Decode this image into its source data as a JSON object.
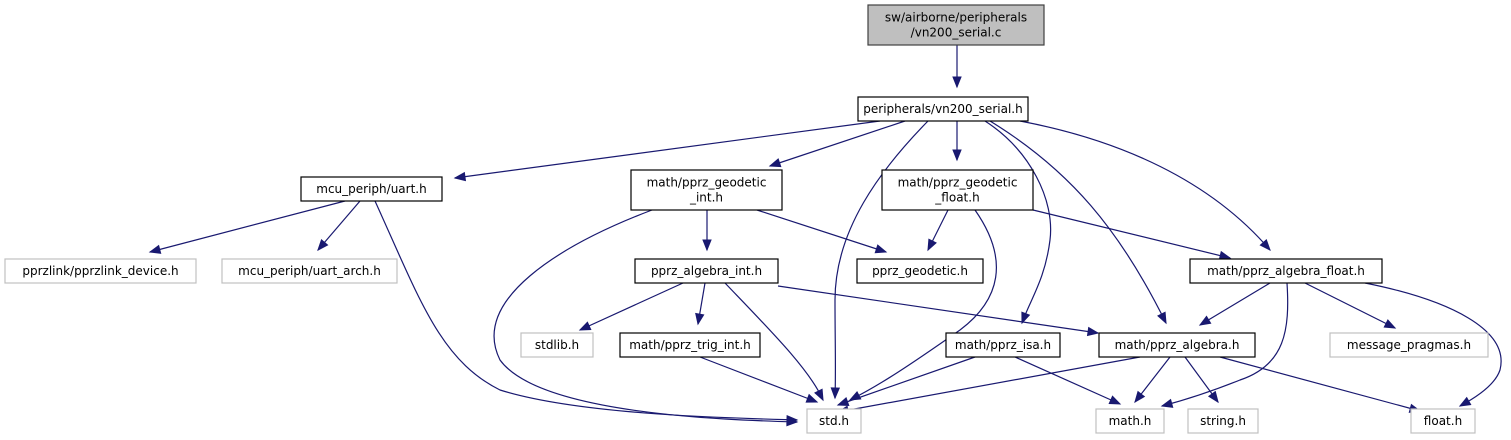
{
  "diagram": {
    "type": "include-dependency-graph",
    "colors": {
      "edge": "#191970",
      "root_fill": "#bfbfbf",
      "node_fill": "#ffffff",
      "node_border": "#000000",
      "external_border": "#c0c0c0"
    },
    "nodes": [
      {
        "id": "root",
        "lines": [
          "sw/airborne/peripherals",
          "/vn200_serial.c"
        ],
        "kind": "root"
      },
      {
        "id": "vn200_serial_h",
        "lines": [
          "peripherals/vn200_serial.h"
        ],
        "kind": "documented"
      },
      {
        "id": "uart_h",
        "lines": [
          "mcu_periph/uart.h"
        ],
        "kind": "documented"
      },
      {
        "id": "pprz_geodetic_int_h",
        "lines": [
          "math/pprz_geodetic",
          "_int.h"
        ],
        "kind": "documented"
      },
      {
        "id": "pprz_geodetic_float_h",
        "lines": [
          "math/pprz_geodetic",
          "_float.h"
        ],
        "kind": "documented"
      },
      {
        "id": "pprzlink_device_h",
        "lines": [
          "pprzlink/pprzlink_device.h"
        ],
        "kind": "external"
      },
      {
        "id": "uart_arch_h",
        "lines": [
          "mcu_periph/uart_arch.h"
        ],
        "kind": "external"
      },
      {
        "id": "pprz_algebra_int_h",
        "lines": [
          "pprz_algebra_int.h"
        ],
        "kind": "documented"
      },
      {
        "id": "pprz_geodetic_h",
        "lines": [
          "pprz_geodetic.h"
        ],
        "kind": "documented"
      },
      {
        "id": "pprz_algebra_float_h",
        "lines": [
          "math/pprz_algebra_float.h"
        ],
        "kind": "documented"
      },
      {
        "id": "stdlib_h",
        "lines": [
          "stdlib.h"
        ],
        "kind": "external"
      },
      {
        "id": "pprz_trig_int_h",
        "lines": [
          "math/pprz_trig_int.h"
        ],
        "kind": "documented"
      },
      {
        "id": "pprz_isa_h",
        "lines": [
          "math/pprz_isa.h"
        ],
        "kind": "documented"
      },
      {
        "id": "pprz_algebra_h",
        "lines": [
          "math/pprz_algebra.h"
        ],
        "kind": "documented"
      },
      {
        "id": "message_pragmas_h",
        "lines": [
          "message_pragmas.h"
        ],
        "kind": "external"
      },
      {
        "id": "std_h",
        "lines": [
          "std.h"
        ],
        "kind": "external"
      },
      {
        "id": "math_h",
        "lines": [
          "math.h"
        ],
        "kind": "external"
      },
      {
        "id": "string_h",
        "lines": [
          "string.h"
        ],
        "kind": "external"
      },
      {
        "id": "float_h",
        "lines": [
          "float.h"
        ],
        "kind": "external"
      }
    ],
    "edges": [
      {
        "from": "root",
        "to": "vn200_serial_h"
      },
      {
        "from": "vn200_serial_h",
        "to": "uart_h"
      },
      {
        "from": "vn200_serial_h",
        "to": "pprz_geodetic_int_h"
      },
      {
        "from": "vn200_serial_h",
        "to": "std_h"
      },
      {
        "from": "vn200_serial_h",
        "to": "pprz_geodetic_float_h"
      },
      {
        "from": "vn200_serial_h",
        "to": "pprz_isa_h"
      },
      {
        "from": "vn200_serial_h",
        "to": "pprz_algebra_h"
      },
      {
        "from": "vn200_serial_h",
        "to": "pprz_algebra_float_h"
      },
      {
        "from": "uart_h",
        "to": "pprzlink_device_h"
      },
      {
        "from": "uart_h",
        "to": "uart_arch_h"
      },
      {
        "from": "uart_h",
        "to": "std_h"
      },
      {
        "from": "pprz_geodetic_int_h",
        "to": "std_h"
      },
      {
        "from": "pprz_geodetic_int_h",
        "to": "pprz_algebra_int_h"
      },
      {
        "from": "pprz_geodetic_int_h",
        "to": "pprz_geodetic_h"
      },
      {
        "from": "pprz_geodetic_float_h",
        "to": "pprz_geodetic_h"
      },
      {
        "from": "pprz_geodetic_float_h",
        "to": "std_h"
      },
      {
        "from": "pprz_geodetic_float_h",
        "to": "pprz_algebra_float_h"
      },
      {
        "from": "pprz_algebra_int_h",
        "to": "stdlib_h"
      },
      {
        "from": "pprz_algebra_int_h",
        "to": "pprz_trig_int_h"
      },
      {
        "from": "pprz_algebra_int_h",
        "to": "std_h"
      },
      {
        "from": "pprz_algebra_int_h",
        "to": "pprz_algebra_h"
      },
      {
        "from": "pprz_trig_int_h",
        "to": "std_h"
      },
      {
        "from": "pprz_isa_h",
        "to": "std_h"
      },
      {
        "from": "pprz_isa_h",
        "to": "math_h"
      },
      {
        "from": "pprz_algebra_h",
        "to": "std_h"
      },
      {
        "from": "pprz_algebra_h",
        "to": "math_h"
      },
      {
        "from": "pprz_algebra_h",
        "to": "string_h"
      },
      {
        "from": "pprz_algebra_h",
        "to": "float_h"
      },
      {
        "from": "pprz_algebra_float_h",
        "to": "pprz_algebra_h"
      },
      {
        "from": "pprz_algebra_float_h",
        "to": "math_h"
      },
      {
        "from": "pprz_algebra_float_h",
        "to": "message_pragmas_h"
      },
      {
        "from": "pprz_algebra_float_h",
        "to": "float_h"
      }
    ]
  }
}
